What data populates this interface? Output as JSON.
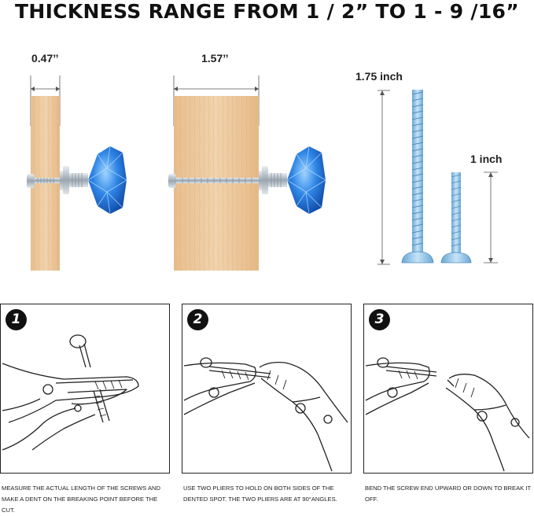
{
  "title": "THICKNESS RANGE FROM 1 / 2” TO 1 - 9 /16”",
  "dimensions": {
    "thin_board": "0.47’’",
    "thick_board": "1.57’’",
    "long_screw": "1.75 inch",
    "short_screw": "1 inch"
  },
  "colors": {
    "wood": "#ecc89f",
    "crystal": "#2f86e6",
    "screw": "#8fc3e6"
  },
  "steps": [
    {
      "number": "1",
      "caption": "MEASURE THE ACTUAL LENGTH OF THE SCREWS AND MAKE A DENT ON THE BREAKING POINT BEFORE THE CUT."
    },
    {
      "number": "2",
      "caption": "USE TWO PLIERS TO HOLD ON BOTH SIDES OF THE DENTED SPOT. THE TWO PLIERS ARE AT 90°ANGLES."
    },
    {
      "number": "3",
      "caption": "BEND THE SCREW END UPWARD OR DOWN TO BREAK IT OFF."
    }
  ]
}
